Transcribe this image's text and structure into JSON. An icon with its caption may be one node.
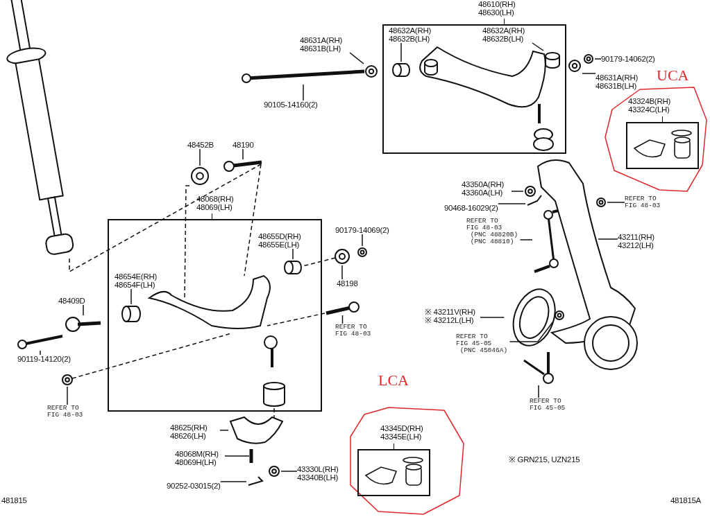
{
  "diagram": {
    "nodes": [
      {
        "text": [
          "48610(RH) 48630(LH)"
        ]
      },
      {
        "text": [
          "48632A(RH) 48632B(LH)"
        ],
        "in": 0
      },
      {
        "text": [
          "48632A(RH) 48632B(LH)"
        ],
        "in": 0
      },
      {
        "text": [
          "48631A(RH) 48631B(LH)"
        ]
      },
      {
        "text": [
          "90105-14160(2)"
        ]
      },
      {
        "text": [
          "90179-14062(2)"
        ]
      },
      {
        "text": [
          "48631A(RH) 48631B(LH)"
        ]
      },
      {
        "text": [
          "UCA"
        ]
      },
      {
        "text": [
          "43324B(RH) 43324C(LH)"
        ],
        "in": 7
      },
      {
        "text": [
          "48452B"
        ]
      },
      {
        "text": [
          "48190"
        ]
      },
      {
        "text": [
          "48068(RH) 48069(LH)"
        ]
      },
      {
        "text": [
          "48654E(RH) 48654F(LH)"
        ],
        "in": 11
      },
      {
        "text": [
          "48655D(RH) 48655E(LH)"
        ],
        "in": 11
      },
      {
        "text": [
          "90179-14069(2)"
        ]
      },
      {
        "text": [
          "48198"
        ]
      },
      {
        "text": [
          "48409D"
        ]
      },
      {
        "text": [
          "90119-14120(2)"
        ]
      },
      {
        "text": [
          "REFER TO FIG 48-03"
        ]
      },
      {
        "text": [
          "REFER TO FIG 48-03"
        ]
      },
      {
        "text": [
          "48625(RH) 48626(LH)"
        ]
      },
      {
        "text": [
          "48068M(RH) 48069H(LH)"
        ]
      },
      {
        "text": [
          "43330L(RH) 43340B(LH)"
        ]
      },
      {
        "text": [
          "90252-03015(2)"
        ]
      },
      {
        "text": [
          "LCA"
        ]
      },
      {
        "text": [
          "43345D(RH) 43345E(LH)"
        ],
        "in": 24
      },
      {
        "text": [
          "43350A(RH) 43360A(LH)"
        ]
      },
      {
        "text": [
          "90468-16029(2)"
        ]
      },
      {
        "text": [
          "REFER TO FIG 48-03",
          "(PNC 48820B) (PNC 48810)"
        ]
      },
      {
        "text": [
          "REFER TO FIG 48-03"
        ]
      },
      {
        "text": [
          "43211(RH) 43212(LH)"
        ]
      },
      {
        "text": [
          "※ 43211V(RH) ※ 43212L(LH)"
        ]
      },
      {
        "text": [
          "REFER TO FIG 45-05",
          "(PNC 45046A)"
        ]
      },
      {
        "text": [
          "REFER TO FIG 45-05"
        ]
      },
      {
        "text": [],
        "shape": "picture"
      },
      {
        "text": [],
        "shape": "circle"
      },
      {
        "text": [],
        "shape": "cylinder",
        "in": 0
      },
      {
        "text": [],
        "shape": "cylinder",
        "in": 0
      },
      {
        "text": [],
        "shape": "cylinder",
        "in": 0
      },
      {
        "text": [],
        "shape": "circle"
      },
      {
        "text": [],
        "shape": "circle"
      },
      {
        "text": [],
        "shape": "circle"
      },
      {
        "text": [],
        "shape": "picture"
      },
      {
        "text": [],
        "shape": "cylinder",
        "in": 11
      },
      {
        "text": [],
        "shape": "cylinder",
        "in": 11
      },
      {
        "text": [],
        "shape": "circle"
      },
      {
        "text": [],
        "shape": "circle"
      },
      {
        "text": [],
        "shape": "picture"
      },
      {
        "text": [],
        "shape": "picture"
      },
      {
        "text": [],
        "shape": "picture"
      },
      {
        "text": [],
        "shape": "circle"
      },
      {
        "text": [],
        "shape": "picture"
      },
      {
        "text": [],
        "shape": "picture"
      },
      {
        "text": [],
        "shape": "circle"
      },
      {
        "text": [],
        "shape": "picture"
      },
      {
        "text": [],
        "shape": "circle"
      },
      {
        "text": [],
        "shape": "picture"
      },
      {
        "text": [],
        "shape": "picture"
      },
      {
        "text": [],
        "shape": "circle"
      },
      {
        "text": [],
        "shape": "picture"
      },
      {
        "text": [],
        "shape": "picture"
      },
      {
        "text": [],
        "shape": "circle"
      },
      {
        "text": [],
        "shape": "picture"
      },
      {
        "text": [],
        "shape": "picture"
      },
      {
        "text": [],
        "shape": "picture",
        "in": 11
      },
      {
        "text": [],
        "shape": "cylinder",
        "in": 11
      }
    ],
    "edges": [
      {
        "from": 1,
        "to": 36,
        "arrow": "none"
      },
      {
        "from": 2,
        "to": 38,
        "arrow": "none"
      },
      {
        "from": 3,
        "to": 35,
        "arrow": "none"
      },
      {
        "from": 4,
        "to": 34,
        "arrow": "none"
      },
      {
        "from": 5,
        "to": 40,
        "arrow": "none"
      },
      {
        "from": 6,
        "to": 39,
        "arrow": "none"
      },
      {
        "from": 9,
        "to": 41,
        "arrow": "none"
      },
      {
        "from": 10,
        "to": 42,
        "arrow": "none"
      },
      {
        "from": 12,
        "to": 43,
        "arrow": "none"
      },
      {
        "from": 13,
        "to": 44,
        "arrow": "none"
      },
      {
        "from": 14,
        "to": 45,
        "arrow": "none"
      },
      {
        "from": 15,
        "to": 46,
        "arrow": "none"
      },
      {
        "from": 16,
        "to": 47,
        "arrow": "none"
      },
      {
        "from": 17,
        "to": 48,
        "arrow": "none"
      },
      {
        "from": 18,
        "to": 49,
        "arrow": "none"
      },
      {
        "from": 19,
        "to": 50,
        "arrow": "none"
      },
      {
        "from": 20,
        "to": 51,
        "arrow": "none"
      },
      {
        "from": 21,
        "to": 52,
        "arrow": "none"
      },
      {
        "from": 22,
        "to": 53,
        "arrow": "none"
      },
      {
        "from": 23,
        "to": 54,
        "arrow": "none"
      },
      {
        "from": 26,
        "to": 55,
        "arrow": "none"
      },
      {
        "from": 27,
        "to": 56,
        "arrow": "none"
      },
      {
        "from": 28,
        "to": 57,
        "arrow": "none"
      },
      {
        "from": 29,
        "to": 58,
        "arrow": "none"
      },
      {
        "from": 30,
        "to": 59,
        "arrow": "none"
      },
      {
        "from": 31,
        "to": 60,
        "arrow": "none"
      },
      {
        "from": 32,
        "to": 61,
        "arrow": "none"
      },
      {
        "from": 33,
        "to": 62,
        "arrow": "none"
      },
      {
        "from": 63,
        "to": 42,
        "arrow": "none",
        "style": "dashed"
      },
      {
        "from": 42,
        "to": 64,
        "arrow": "none",
        "style": "dashed"
      },
      {
        "from": 41,
        "to": 64,
        "arrow": "none",
        "style": "dashed"
      },
      {
        "from": 50,
        "to": 64,
        "arrow": "none",
        "style": "dashed"
      },
      {
        "from": 49,
        "to": 64,
        "arrow": "none",
        "style": "dashed"
      },
      {
        "from": 46,
        "to": 44,
        "arrow": "none",
        "style": "dashed"
      },
      {
        "from": 65,
        "to": 51,
        "arrow": "none",
        "style": "dashed"
      }
    ],
    "labels": [
      "481815",
      "※ GRN215, UZN215",
      "481815A"
    ]
  }
}
